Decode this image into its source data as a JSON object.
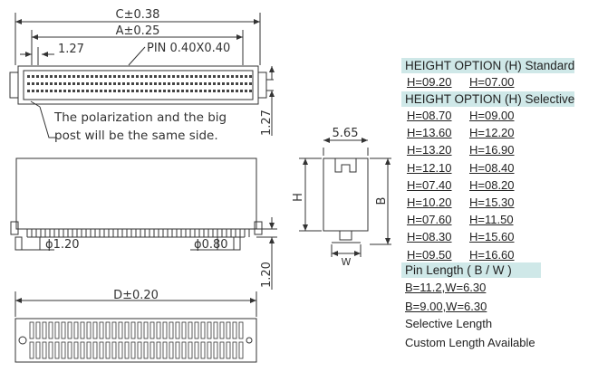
{
  "drawing": {
    "dim_c": "C±0.38",
    "dim_a": "A±0.25",
    "dim_127_top": "1.27",
    "pin_label": "PIN 0.40X0.40",
    "dim_127_side": "1.27",
    "note_line1": "The polarization and the big",
    "note_line2": "post will be the same side.",
    "dim_565": "5.65",
    "dim_h": "H",
    "dim_b": "B",
    "dim_w": "W",
    "dim_phi120": "ϕ1.20",
    "dim_phi080": "ϕ0.80",
    "dim_120": "1.20",
    "dim_d": "D±0.20"
  },
  "specs": {
    "standard_header": "HEIGHT OPTION (H) Standard",
    "standard": [
      "H=09.20",
      "H=07.00"
    ],
    "selective_header": "HEIGHT OPTION (H) Selective",
    "selective_left": [
      "H=08.70",
      "H=13.60",
      "H=13.20",
      "H=12.10",
      "H=07.40",
      "H=10.20",
      "H=07.60",
      "H=08.30",
      "H=09.50"
    ],
    "selective_right": [
      "H=09.00",
      "H=12.20",
      "H=16.90",
      "H=08.40",
      "H=08.20",
      "H=15.30",
      "H=11.50",
      "H=15.60",
      "H=16.60"
    ],
    "pin_header": "Pin Length ( B / W )",
    "pin_options": [
      "B=11.2,W=6.30",
      "B=9.00,W=6.30"
    ],
    "selective_length": "Selective Length",
    "custom_length": "Custom Length Available"
  },
  "colors": {
    "header_bg": "#cfe8e8",
    "line": "#333333"
  }
}
